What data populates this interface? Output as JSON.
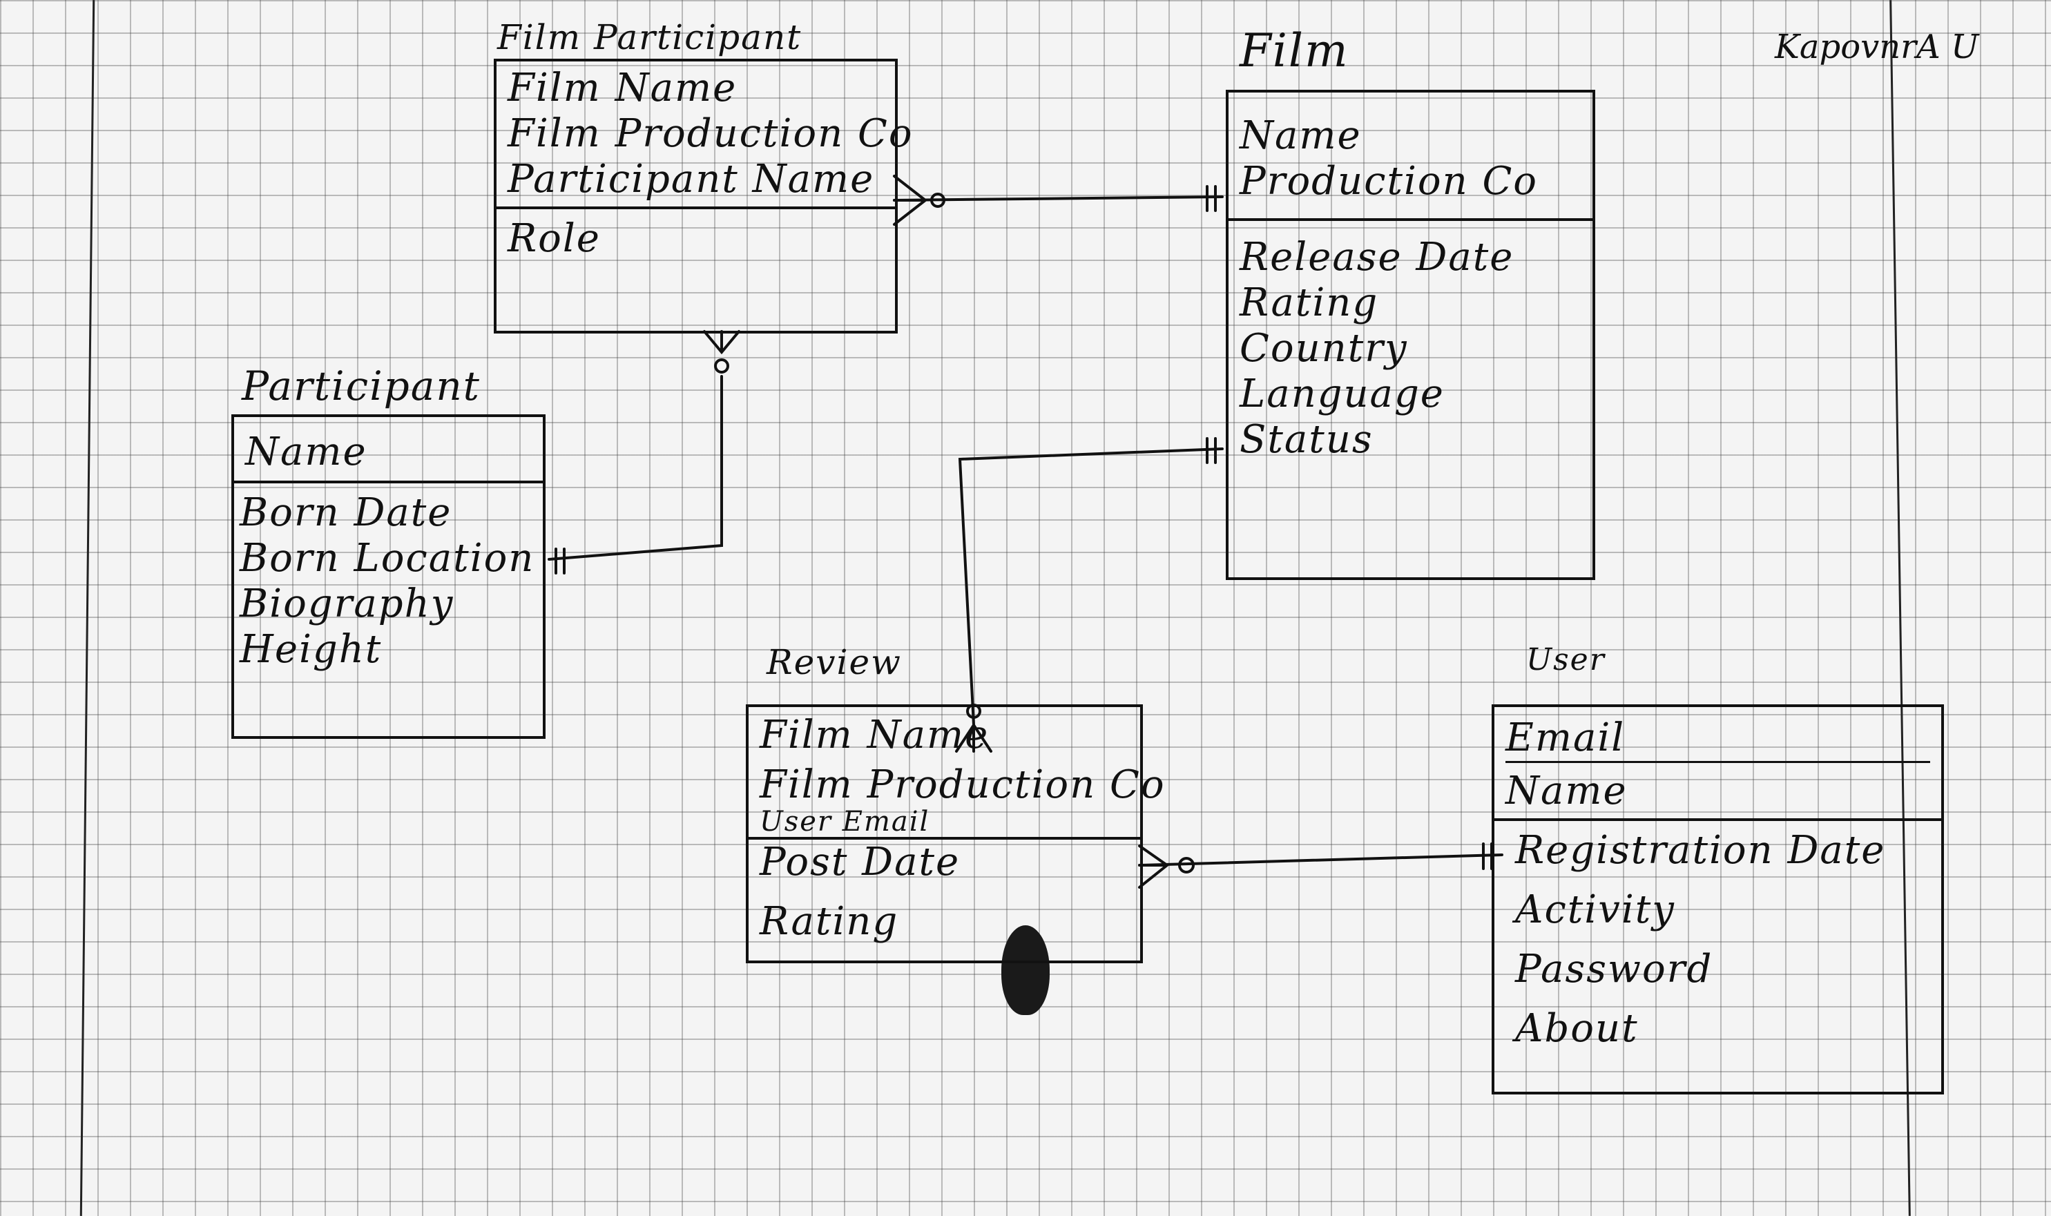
{
  "page": {
    "corner_note": "KapovnrA U"
  },
  "entities": {
    "film_participant": {
      "title": "Film Participant",
      "keys": [
        "Film Name",
        "Film Production Co",
        "Participant Name"
      ],
      "attributes": [
        "Role"
      ]
    },
    "film": {
      "title": "Film",
      "keys": [
        "Name",
        "Production Co"
      ],
      "attributes": [
        "Release Date",
        "Rating",
        "Country",
        "Language",
        "Status"
      ]
    },
    "participant": {
      "title": "Participant",
      "keys": [
        "Name"
      ],
      "attributes": [
        "Born Date",
        "Born Location",
        "Biography",
        "Height"
      ]
    },
    "review": {
      "title": "Review",
      "keys": [
        "Film Name",
        "Film Production Co",
        "User Email"
      ],
      "attributes": [
        "Post Date",
        "Rating"
      ]
    },
    "user": {
      "title": "User",
      "keys": [
        "Email",
        "Name"
      ],
      "attributes": [
        "Registration Date",
        "Activity",
        "Password",
        "About"
      ]
    }
  }
}
